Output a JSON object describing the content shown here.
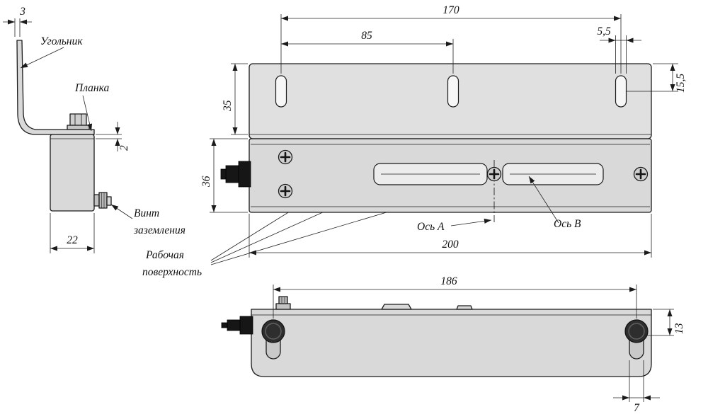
{
  "colors": {
    "line": "#1b1b1b",
    "metal": "#d9d9d9",
    "metal_light": "#e0e0e0",
    "dark_part": "#161616",
    "background": "#ffffff"
  },
  "labels": {
    "angle_bracket": "Угольник",
    "plate": "Планка",
    "ground_screw_line1": "Винт",
    "ground_screw_line2": "заземления",
    "working_surface_line1": "Рабочая",
    "working_surface_line2": "поверхность",
    "axis_a": "Ось А",
    "axis_b": "Ось В"
  },
  "dims": {
    "bracket_thickness": "3",
    "plate_step": "2",
    "bracket_depth": "22",
    "outer_slots_span": "170",
    "middle_slot_span": "85",
    "slot_width": "5,5",
    "slot_vertical_offset": "15,5",
    "flange_height": "35",
    "body_height": "36",
    "body_length": "200",
    "bolts_span": "186",
    "bolt_vertical_offset": "13",
    "groove_width": "7"
  }
}
